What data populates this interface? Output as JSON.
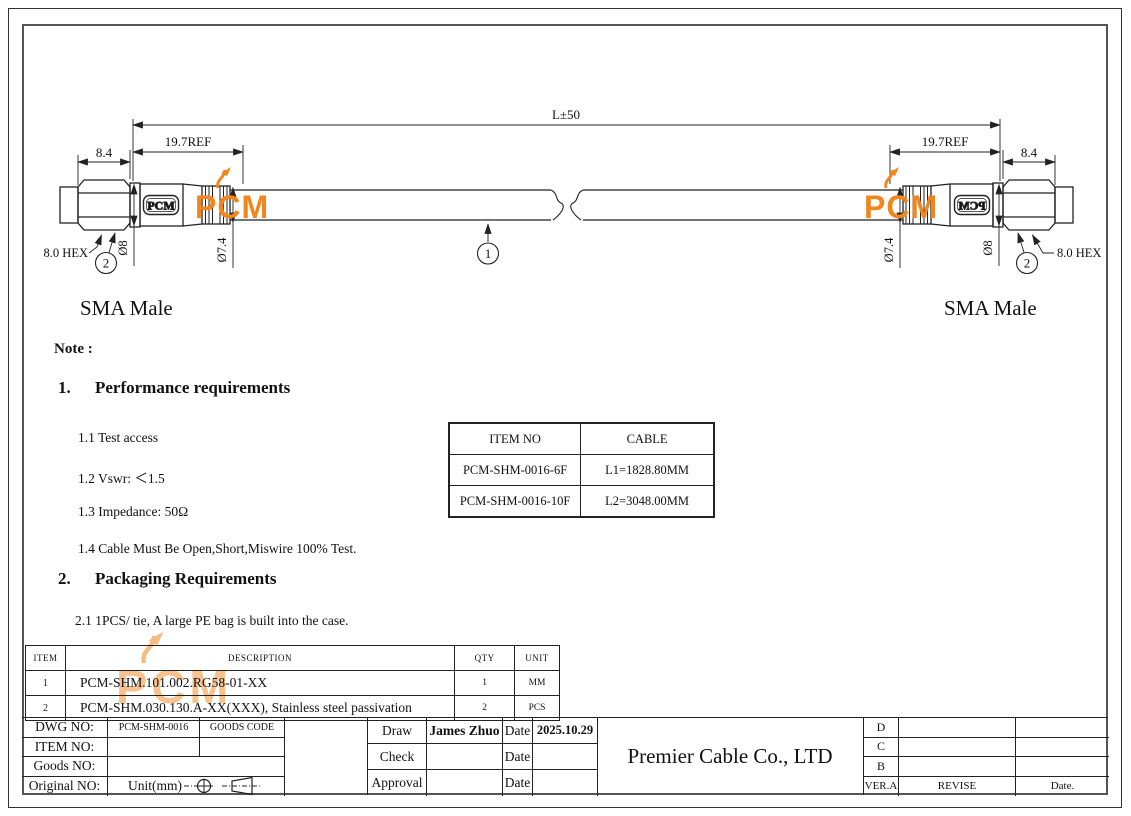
{
  "drawing": {
    "dim_total": "L±50",
    "dim_ref": "19.7REF",
    "dim_nut": "8.4",
    "dim_flange_dia": "Ø8",
    "dim_cable_dia": "Ø7.4",
    "hex_label": "8.0 HEX",
    "balloon_cable": "1",
    "balloon_connector": "2",
    "badge_text": "PCM",
    "watermark_text": "PCM",
    "connector_label_left": "SMA Male",
    "connector_label_right": "SMA Male"
  },
  "notes": {
    "heading": "Note :",
    "sections": [
      {
        "no": "1.",
        "title": "Performance requirements",
        "items": [
          "1.1 Test access",
          "1.2 Vswr: ＜1.5",
          "1.3 Impedance: 50Ω",
          "1.4 Cable Must Be Open,Short,Miswire 100% Test."
        ]
      },
      {
        "no": "2.",
        "title": "Packaging Requirements",
        "items": [
          "2.1 1PCS/ tie, A large PE bag is built into the case."
        ]
      }
    ]
  },
  "cable_table": {
    "headers": [
      "ITEM NO",
      "CABLE"
    ],
    "rows": [
      [
        "PCM-SHM-0016-6F",
        "L1=1828.80MM"
      ],
      [
        "PCM-SHM-0016-10F",
        "L2=3048.00MM"
      ]
    ]
  },
  "bom_table": {
    "headers": [
      "ITEM",
      "DESCRIPTION",
      "QTY",
      "UNIT"
    ],
    "rows": [
      [
        "1",
        "PCM-SHM.101.002.RG58-01-XX",
        "1",
        "MM"
      ],
      [
        "2",
        "PCM-SHM.030.130.A-XX(XXX), Stainless steel passivation",
        "2",
        "PCS"
      ]
    ]
  },
  "title_block": {
    "dwg_no_label": "DWG NO:",
    "dwg_no": "PCM-SHM-0016",
    "goods_code_label": "GOODS CODE",
    "item_no_label": "ITEM NO:",
    "goods_no_label": "Goods NO:",
    "original_no_label": "Original NO:",
    "unit_label": "Unit(mm)",
    "draw_label": "Draw",
    "draw_name": "James Zhuo",
    "date_label": "Date",
    "draw_date": "2025.10.29",
    "check_label": "Check",
    "approval_label": "Approval",
    "company": "Premier Cable Co., LTD",
    "rev_rows": [
      "D",
      "C",
      "B"
    ],
    "ver_label": "VER.A",
    "revise_label": "REVISE",
    "rev_date_label": "Date."
  },
  "colors": {
    "accent_orange": "#F0861C",
    "line": "#222222"
  }
}
